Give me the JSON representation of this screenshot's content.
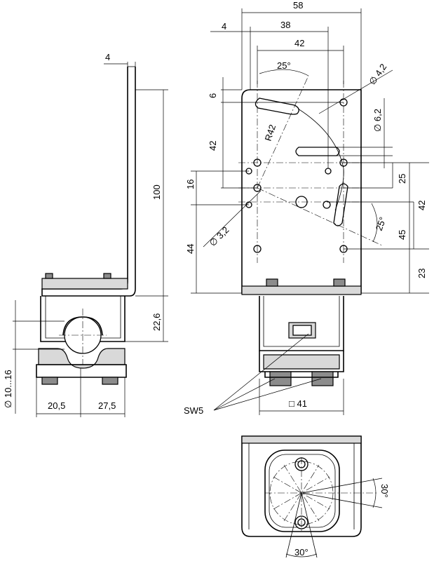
{
  "dimensions": {
    "left_thickness": "4",
    "left_height": "100",
    "left_lower_height": "22,6",
    "left_diameter_range": "∅ 10...16",
    "left_width_a": "20,5",
    "left_width_b": "27,5",
    "top_width_58": "58",
    "top_width_4": "4",
    "top_width_38": "38",
    "top_width_42": "42",
    "angle_top": "25°",
    "radius": "R42",
    "dia_42": "∅ 4,2",
    "dia_62": "∅ 6,2",
    "vert_6": "6",
    "vert_42": "42",
    "vert_16": "16",
    "vert_44": "44",
    "dia_32": "∅ 3,2",
    "right_25": "25",
    "right_42": "42",
    "right_45": "45",
    "right_23": "23",
    "angle_right": "25°",
    "wrench": "SW5",
    "square": "□ 41",
    "angle_side": "30°",
    "angle_bottom": "30°"
  }
}
